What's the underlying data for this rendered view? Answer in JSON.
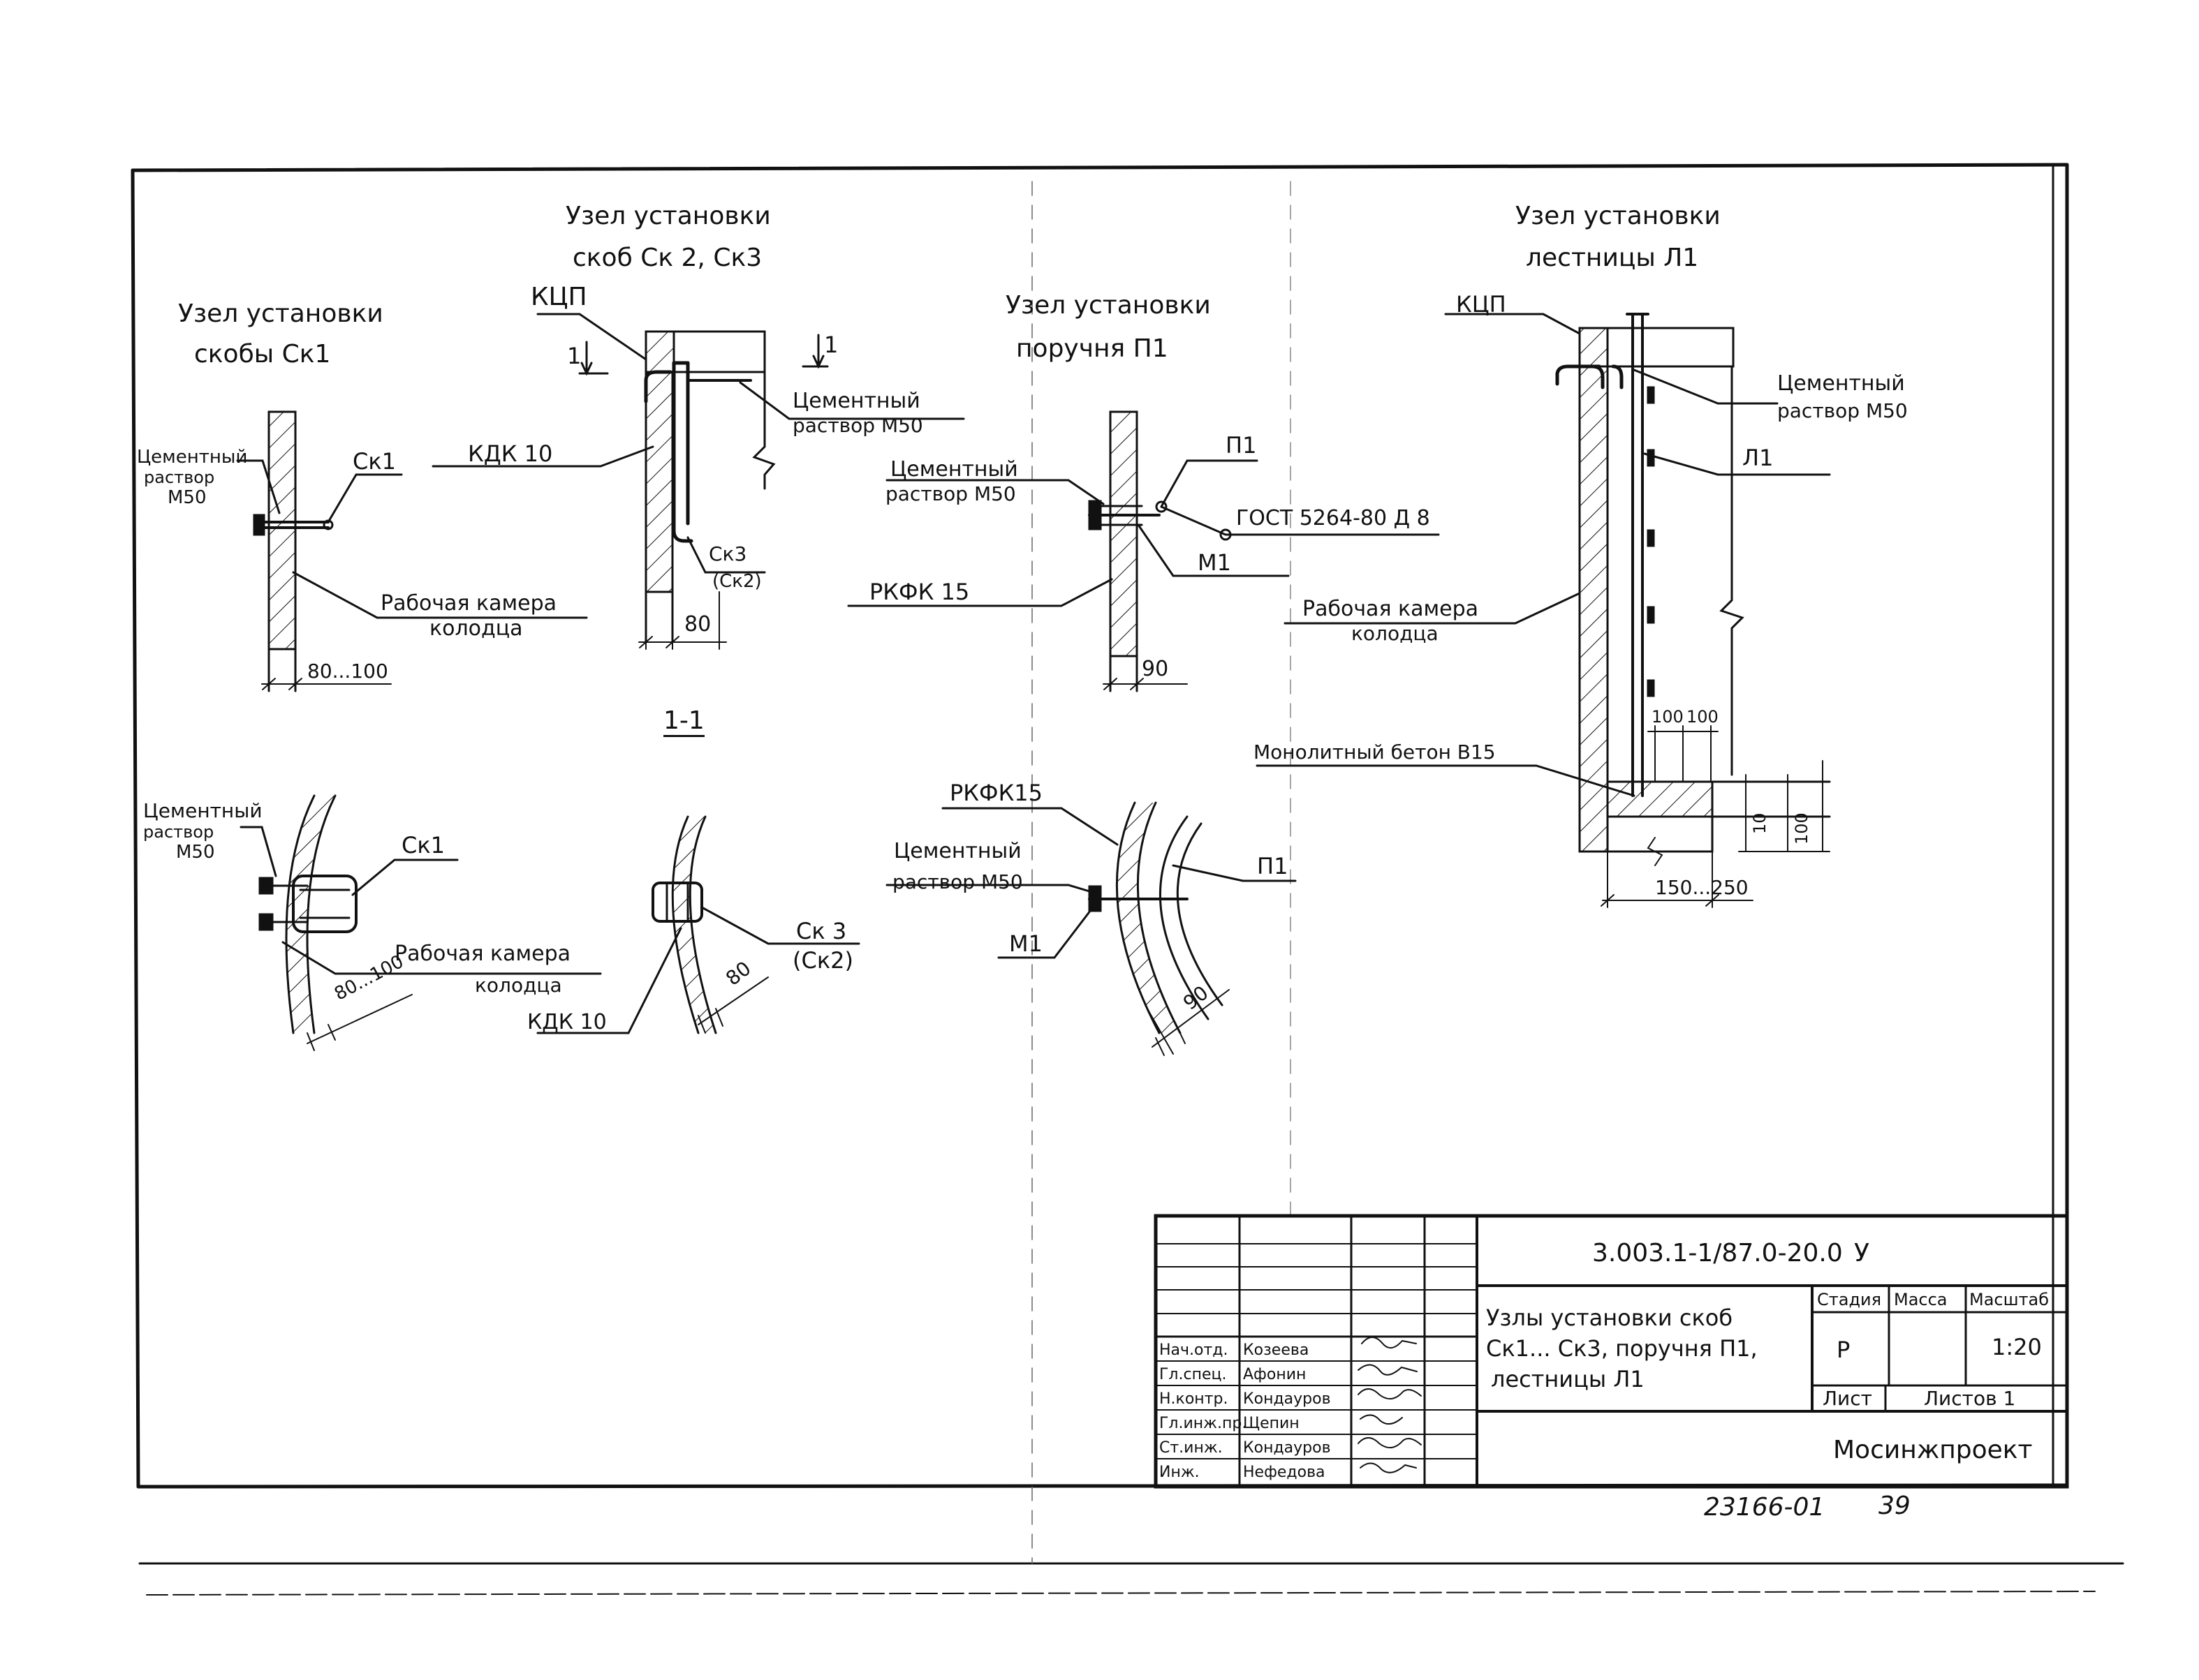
{
  "node_ck1": {
    "title_line1": "Узел установки",
    "title_line2": "скобы Ск1",
    "label_mortar_1": "Цементный",
    "label_mortar_2": "раствор",
    "label_mortar_3": "М50",
    "label_ck1": "Ск1",
    "label_chamber_1": "Рабочая камера",
    "label_chamber_2": "колодца",
    "dim": "80...100"
  },
  "node_ck2_ck3": {
    "title_line1": "Узел установки",
    "title_line2": "скоб Ск 2, Ск3",
    "label_kcp": "КЦП",
    "section_mark_left": "1",
    "section_mark_right": "1",
    "label_mortar_1": "Цементный",
    "label_mortar_2": "раствор М50",
    "label_kdk": "КДК 10",
    "label_ck3": "Ск3",
    "label_ck2": "(Ск2)",
    "dim": "80"
  },
  "node_p1": {
    "title_line1": "Узел установки",
    "title_line2": "поручня П1",
    "label_mortar_1": "Цементный",
    "label_mortar_2": "раствор М50",
    "label_p1": "П1",
    "label_gost": "ГОСТ 5264-80 Д 8",
    "label_m1": "М1",
    "label_rkfk": "РКФК 15",
    "dim": "90"
  },
  "node_l1": {
    "title_line1": "Узел установки",
    "title_line2": "лестницы Л1",
    "label_kcp": "КЦП",
    "label_mortar_1": "Цементный",
    "label_mortar_2": "раствор М50",
    "label_l1": "Л1",
    "label_chamber_1": "Рабочая камера",
    "label_chamber_2": "колодца",
    "label_concrete": "Монолитный бетон В15",
    "dim_top_1": "100",
    "dim_top_2": "100",
    "dim_side_1": "10",
    "dim_side_2": "100",
    "dim_bottom": "150...250"
  },
  "section_1_1": {
    "title": "1-1",
    "ck1_mortar_1": "Цементный",
    "ck1_mortar_2": "раствор",
    "ck1_mortar_3": "М50",
    "ck1_label": "Ск1",
    "ck1_chamber_1": "Рабочая камера",
    "ck1_chamber_2": "колодца",
    "ck1_dim": "80...100",
    "ck3_label_1": "Ск 3",
    "ck3_label_2": "(Ск2)",
    "ck3_dim": "80",
    "ck3_kdk": "КДК 10",
    "p1_rkfk": "РКФК15",
    "p1_mortar_1": "Цементный",
    "p1_mortar_2": "раствор М50",
    "p1_m1": "М1",
    "p1_p1": "П1",
    "p1_dim": "90"
  },
  "title_block": {
    "designation": "3.003.1-1/87.0-20.0",
    "change_letter": "У",
    "sheet_title_1": "Узлы установки скоб",
    "sheet_title_2": "Ск1... Ск3, поручня П1,",
    "sheet_title_3": "лестницы Л1",
    "stage_header": "Стадия",
    "mass_header": "Масса",
    "scale_header": "Масштаб",
    "stage_value": "Р",
    "scale_value": "1:20",
    "sheet_label": "Лист",
    "sheets_label": "Листов 1",
    "organization": "Мосинжпроект",
    "signatures": [
      {
        "role": "Нач.отд.",
        "name": "Козеева"
      },
      {
        "role": "Гл.спец.",
        "name": "Афонин"
      },
      {
        "role": "Н.контр.",
        "name": "Кондауров"
      },
      {
        "role": "Гл.инж.пр.",
        "name": "Щепин"
      },
      {
        "role": "Ст.инж.",
        "name": "Кондауров"
      },
      {
        "role": "Инж.",
        "name": "Нефедова"
      }
    ]
  },
  "footer": {
    "archive_number": "23166-01",
    "page_number": "39"
  }
}
